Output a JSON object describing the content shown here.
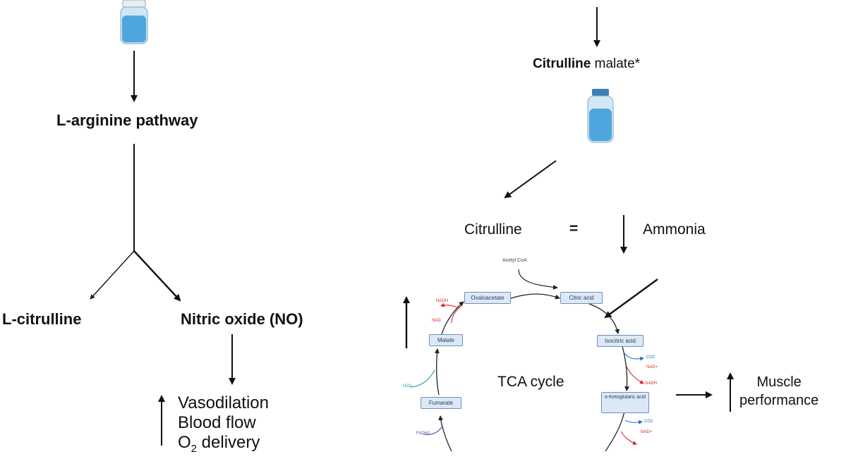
{
  "left": {
    "pathway_label": "L-arginine pathway",
    "citrulline_label": "L-citrulline",
    "no_label": "Nitric oxide (NO)",
    "effects": [
      "Vasodilation",
      "Blood flow"
    ],
    "o2_main": "O",
    "o2_sub": "2",
    "o2_rest": " delivery"
  },
  "right": {
    "supplement_bold": "Citrulline",
    "supplement_rest": " malate*",
    "citrulline_label": "Citrulline",
    "equals": "=",
    "ammonia_label": "Ammonia",
    "cycle_label": "TCA cycle",
    "outcome_line1": "Muscle",
    "outcome_line2": "performance"
  },
  "tca": {
    "acetyl_coa": "Acetyl CoA",
    "oxaloacetate": "Oxaloacetate",
    "citric_acid": "Citric acid",
    "isocitric_acid": "Isocitric acid",
    "ketoglutaric_acid": "α-Ketoglutaric acid",
    "fumarate": "Fumarate",
    "malate": "Malate",
    "nadh": "NADH",
    "nad": "NAD",
    "nad_plus": "NAD+",
    "co2": "CO2",
    "h2o": "H2O",
    "fadh2": "FADH2"
  },
  "colors": {
    "bottle_liquid": "#4ea6dc",
    "bottle_cap": "#3f7fb8",
    "box_fill": "#dbe9f7",
    "box_border": "#6f8fb8",
    "nadh_red": "#d9262c",
    "co2_blue": "#2a6cc0",
    "h2o_teal": "#1aa39a",
    "fadh2_purple": "#6a3fb0"
  }
}
